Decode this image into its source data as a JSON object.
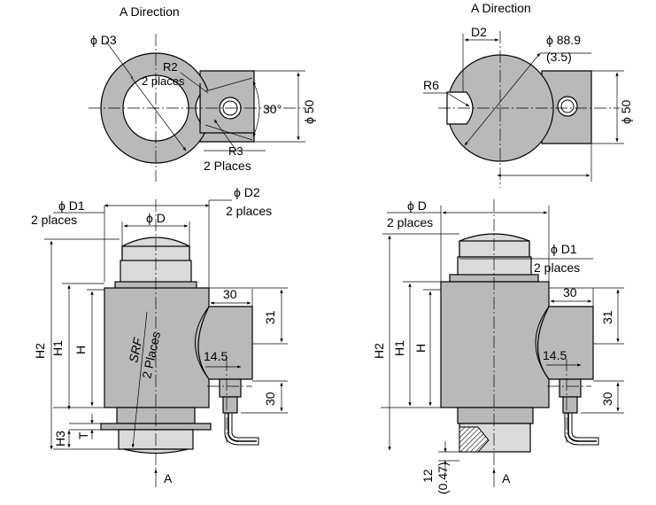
{
  "top_left": {
    "view_label": "A Direction",
    "d3": "ϕ D3",
    "r2_label": "R2",
    "r2_places": "2 places",
    "angle": "30°",
    "r3_label": "R3",
    "r3_places": "2 Places",
    "dia50": "ϕ 50"
  },
  "top_right": {
    "view_label": "A Direction",
    "d2": "D2",
    "dia889": "ϕ 88.9",
    "dia889_in": "(3.5)",
    "r6": "R6",
    "dia50": "ϕ 50"
  },
  "bottom_left": {
    "d1": "ϕ D1",
    "d1_places": "2 places",
    "d2": "ϕ D2",
    "d2_places": "2 places",
    "d": "ϕ D",
    "dim30_top": "30",
    "dim31": "31",
    "dim145": "14.5",
    "dim30_right": "30",
    "h2": "H2",
    "h1": "H1",
    "h": "H",
    "srf": "SRF",
    "srf_places": "2 Places",
    "h3": "H3",
    "t": "T",
    "arrow_label": "A"
  },
  "bottom_right": {
    "d": "ϕ D",
    "d_places": "2 places",
    "d1": "ϕ D1",
    "d1_places": "2 places",
    "dim30_top": "30",
    "dim31": "31",
    "dim145": "14.5",
    "dim30_right": "30",
    "h2": "H2",
    "h1": "H1",
    "h": "H",
    "dim12": "12",
    "dim12_in": "(0.47)",
    "arrow_label": "A"
  }
}
